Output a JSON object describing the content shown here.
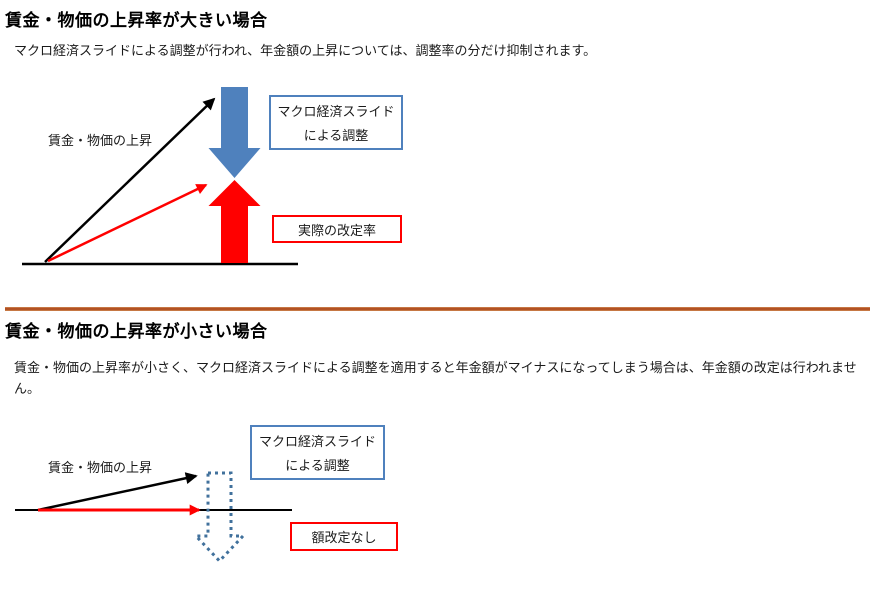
{
  "colors": {
    "arrow_blue": "#4F81BD",
    "arrow_red": "#FF0000",
    "dotted_arrow_blue": "#41719C",
    "divider_orange": "#B04F1F",
    "line_black": "#000000"
  },
  "section1": {
    "title": "賃金・物価の上昇率が大きい場合",
    "description": "マクロ経済スライドによる調整が行われ、年金額の上昇については、調整率の分だけ抑制されます。",
    "diagram": {
      "rise_label": "賃金・物価の上昇",
      "adjustment_box_line1": "マクロ経済スライド",
      "adjustment_box_line2": "による調整",
      "result_box": "実際の改定率"
    }
  },
  "section2": {
    "title": "賃金・物価の上昇率が小さい場合",
    "description": "賃金・物価の上昇率が小さく、マクロ経済スライドによる調整を適用すると年金額がマイナスになってしまう場合は、年金額の改定は行われません。",
    "diagram": {
      "rise_label": "賃金・物価の上昇",
      "adjustment_box_line1": "マクロ経済スライド",
      "adjustment_box_line2": "による調整",
      "result_box": "額改定なし"
    }
  }
}
